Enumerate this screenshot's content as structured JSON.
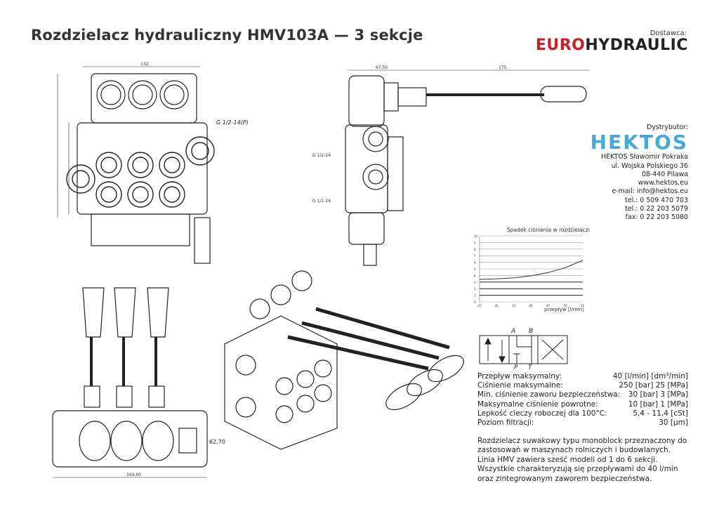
{
  "title": "Rozdzielacz hydrauliczny  HMV103A  —  3 sekcje",
  "supplier": {
    "label": "Dostawca:",
    "logo_euro": "EURO",
    "logo_hydraulic": "HYDRAULIC"
  },
  "distributor": {
    "label": "Dystrybutor:",
    "logo": "HEKTOS",
    "lines": [
      "HEKTOS Sławomir Pokraka",
      "ul. Wojska Polskiego 36",
      "08-440 Pilawa",
      "www.hektos.eu",
      "e-mail: info@hektos.eu",
      "tel.: 0 509 470 703",
      "tel.: 0 22 203 5079",
      "fax: 0 22 203 5080"
    ]
  },
  "drawing_labels": {
    "dim_top": "132",
    "dim_side_top": "97,50",
    "dim_lever": "175",
    "port_top": "G 1/2-14(P)",
    "port_a": "G 1/2-14",
    "port_b": "G 1/2-14",
    "dim_bottom": "164,00",
    "dim_right": "62,70"
  },
  "schematic": {
    "a": "A",
    "b": "B",
    "p": "P",
    "t": "T"
  },
  "chart_data": {
    "type": "line",
    "title": "Spadek ciśnienia w rozdzielaczu",
    "xlabel": "przepływ [l/min]",
    "ylabel": "",
    "x": [
      25,
      30,
      35,
      40,
      45,
      50,
      55
    ],
    "y": [
      3.4,
      3.5,
      3.65,
      3.95,
      4.45,
      5.2,
      6.3
    ],
    "xlim": [
      25,
      55
    ],
    "ylim": [
      0,
      10
    ],
    "xticks": [
      "25",
      "30",
      "35",
      "40",
      "45",
      "50",
      "55"
    ],
    "yticks": [
      "0",
      "1",
      "2",
      "3",
      "4",
      "5",
      "6",
      "7",
      "8",
      "9",
      "10"
    ],
    "grid": true
  },
  "specs": [
    {
      "label": "Przepływ maksymalny:",
      "value": "40 [l/min] [dm³/min]"
    },
    {
      "label": "Ciśnienie maksymalne:",
      "value": "250 [bar] 25 [MPa]"
    },
    {
      "label": "Min. ciśnienie zaworu bezpieczeństwa:",
      "value": "30 [bar] 3 [MPa]"
    },
    {
      "label": "Maksymalne ciśnienie powrotne:",
      "value": "10 [bar] 1 [MPa]"
    },
    {
      "label": "Lepkość cieczy roboczej dla 100°C:",
      "value": "5,4 - 11,4 [cSt]"
    },
    {
      "label": "Poziom filtracji:",
      "value": "30 [μm]"
    }
  ],
  "description": "Rozdzielacz suwakowy typu monoblock przeznaczony do zastosowań w maszynach rolniczych i budowlanych. Linia HMV zawiera sześć modeli od 1 do 6 sekcji. Wszystkie charakteryzują się przepływami do 40 l/min oraz zintegrowanym zaworem bezpieczeństwa."
}
